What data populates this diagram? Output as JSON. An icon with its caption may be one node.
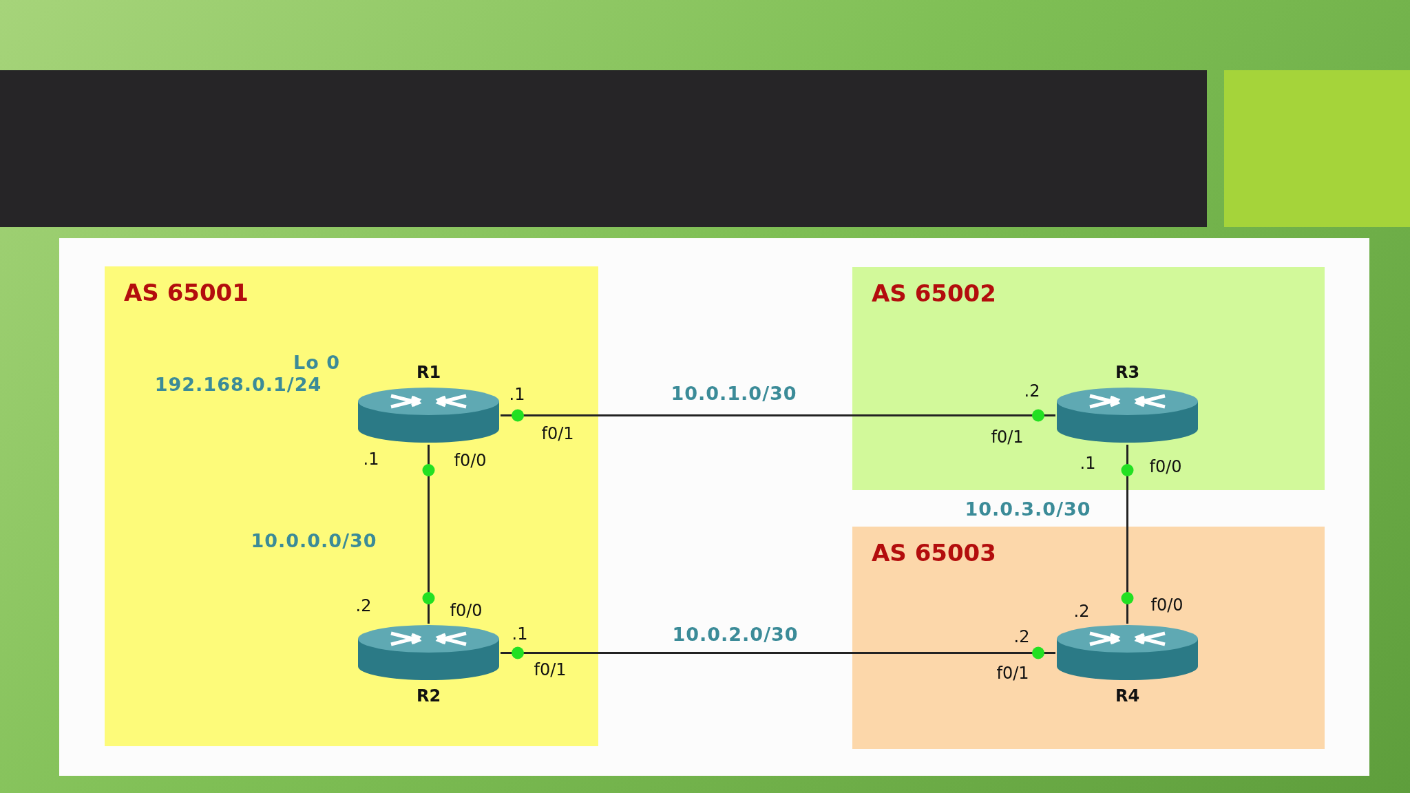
{
  "diagram": {
    "nodes": [
      {
        "text": [
          "AS 65001"
        ]
      },
      {
        "text": [
          "R1"
        ],
        "in": 0,
        "beside": [
          "Lo 0",
          "192.168.0.1/24"
        ]
      },
      {
        "text": [
          "R2"
        ],
        "in": 0
      },
      {
        "text": [
          "AS 65002"
        ]
      },
      {
        "text": [
          "R3"
        ],
        "in": 3
      },
      {
        "text": [
          "AS 65003"
        ]
      },
      {
        "text": [
          "R4"
        ],
        "in": 5
      }
    ],
    "edges": [
      {
        "from": 1,
        "to": 4,
        "arrow": "none",
        "label": "10.0.1.0/30"
      },
      {
        "from": 1,
        "to": 2,
        "arrow": "none",
        "label": "10.0.0.0/30"
      },
      {
        "from": 2,
        "to": 6,
        "arrow": "none",
        "label": "10.0.2.0/30"
      },
      {
        "from": 4,
        "to": 6,
        "arrow": "none",
        "label": "10.0.3.0/30"
      }
    ],
    "labels": [
      ".1",
      "f0/1",
      ".2",
      "f0/1",
      ".1",
      "f0/0",
      ".1",
      "f0/0",
      ".2",
      "f0/0",
      ".2",
      "f0/0",
      ".1",
      ".2",
      "f0/1",
      "f0/1"
    ]
  }
}
